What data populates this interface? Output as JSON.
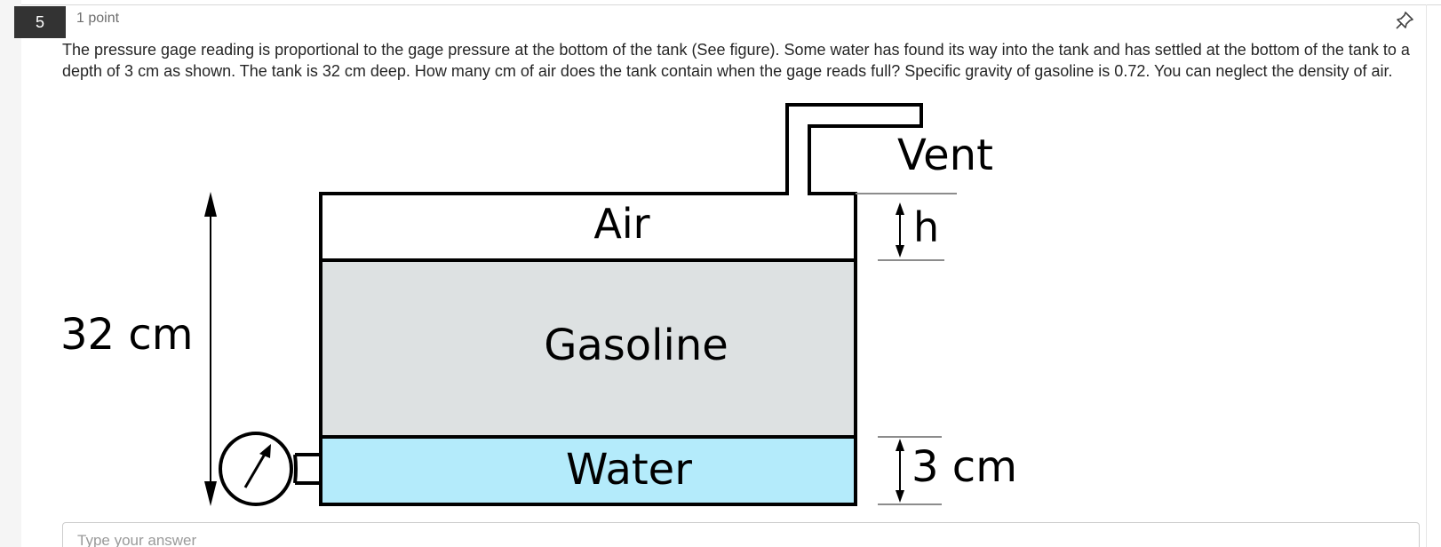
{
  "question": {
    "number": "5",
    "points": "1 point",
    "text": "The pressure gage reading is proportional to the gage pressure at the bottom of the tank (See figure). Some water has found its way into the tank and has settled at the bottom of the tank to a depth of 3 cm as shown. The tank is 32 cm deep. How many cm of air does the tank contain when the gage reads full? Specific gravity of gasoline  is 0.72. You can neglect the density of air."
  },
  "figure": {
    "labels": {
      "air": "Air",
      "gasoline": "Gasoline",
      "water": "Water",
      "vent": "Vent",
      "h": "h",
      "depth": "32 cm",
      "water_depth": "3 cm"
    },
    "colors": {
      "gasoline_fill": "#dde1e2",
      "water_fill": "#b4ebfb",
      "air_fill": "#ffffff",
      "outline": "#000000"
    }
  },
  "answer": {
    "placeholder": "Type your answer"
  },
  "icons": {
    "pin": "pin-icon"
  }
}
